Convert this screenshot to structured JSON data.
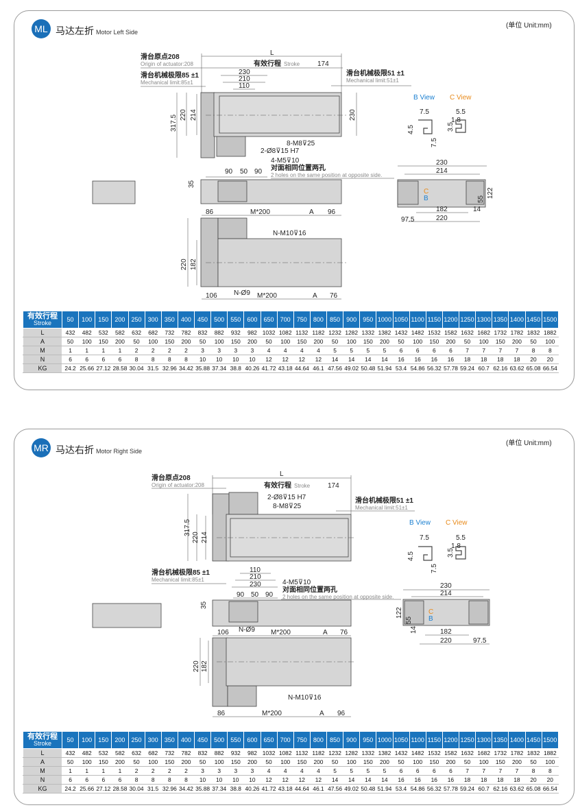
{
  "ml": {
    "badge": "ML",
    "title_cn": "马达左折",
    "title_en": "Motor Left Side",
    "unit": "(单位 Unit:mm)",
    "origin_cn": "滑台原点208",
    "origin_en": "Origin of actuator:208",
    "L": "L",
    "stroke_cn": "有效行程",
    "stroke_en": "Stroke",
    "d174": "174",
    "mech_r_cn": "滑台机械极限51 ±1",
    "mech_r_en": "Mechanical limit:51±1",
    "mech_l_cn": "滑台机械极限85 ±1",
    "mech_l_en": "Mechanical limit:85±1",
    "d230a": "230",
    "d210": "210",
    "d110": "110",
    "d3175": "317.5",
    "d220a": "220",
    "d214a": "214",
    "d230b": "230",
    "m8": "8-M8⊽25",
    "o8": "2-Ø8⊽15 H7",
    "m5": "4-M5⊽10",
    "opp_cn": "对面相同位置两孔",
    "opp_en": "2 holes on the same position at opposite side.",
    "d90a": "90",
    "d50": "50",
    "d90b": "90",
    "d35": "35",
    "bview": "B View",
    "cview": "C View",
    "v75a": "7.5",
    "v55": "5.5",
    "v18": "1.8",
    "v45": "4.5",
    "v35": "3.5",
    "v75b": "7.5",
    "e230": "230",
    "e214": "214",
    "e122": "122",
    "e55": "55",
    "e14": "14",
    "e182": "182",
    "e220": "220",
    "e975": "97.5",
    "eC": "C",
    "eB": "B",
    "b86": "86",
    "bM1": "M*200",
    "bA1": "A",
    "b96": "96",
    "bN10": "N-M10⊽16",
    "b220": "220",
    "b182": "182",
    "b106": "106",
    "bN9": "N-Ø9",
    "bM2": "M*200",
    "bA2": "A",
    "b76": "76"
  },
  "mr": {
    "badge": "MR",
    "title_cn": "马达右折",
    "title_en": "Motor Right Side",
    "unit": "(单位 Unit:mm)",
    "origin_cn": "滑台原点208",
    "origin_en": "Origin of actuator:208",
    "L": "L",
    "stroke_cn": "有效行程",
    "stroke_en": "Stroke",
    "d174": "174",
    "mech_r_cn": "滑台机械极限51 ±1",
    "mech_r_en": "Mechanical limit:51±1",
    "mech_l_cn": "滑台机械极限85 ±1",
    "mech_l_en": "Mechanical limit:85±1",
    "d230a": "230",
    "d210": "210",
    "d110": "110",
    "d3175": "317.5",
    "d220a": "220",
    "d214a": "214",
    "m8": "8-M8⊽25",
    "o8": "2-Ø8⊽15 H7",
    "m5": "4-M5⊽10",
    "opp_cn": "对面相同位置两孔",
    "opp_en": "2 holes on the same position at opposite side.",
    "d90a": "90",
    "d50": "50",
    "d90b": "90",
    "d35": "35",
    "bview": "B View",
    "cview": "C View",
    "v75a": "7.5",
    "v55": "5.5",
    "v18": "1.8",
    "v45": "4.5",
    "v35": "3.5",
    "v75b": "7.5",
    "e230": "230",
    "e214": "214",
    "e122": "122",
    "e55": "55",
    "e14": "14",
    "e182": "182",
    "e220": "220",
    "e975": "97.5",
    "eC": "C",
    "eB": "B",
    "b86": "86",
    "bM1": "M*200",
    "bA1": "A",
    "b96": "96",
    "bN10": "N-M10⊽16",
    "b220": "220",
    "b182": "182",
    "b106": "106",
    "bN9": "N-Ø9",
    "bM2": "M*200",
    "bA2": "A",
    "b76": "76"
  },
  "table": {
    "header_cn": "有效行程",
    "header_en": "Stroke",
    "strokes": [
      "50",
      "100",
      "150",
      "200",
      "250",
      "300",
      "350",
      "400",
      "450",
      "500",
      "550",
      "600",
      "650",
      "700",
      "750",
      "800",
      "850",
      "900",
      "950",
      "1000",
      "1050",
      "1100",
      "1150",
      "1200",
      "1250",
      "1300",
      "1350",
      "1400",
      "1450",
      "1500"
    ],
    "rows": [
      {
        "label": "L",
        "values": [
          "432",
          "482",
          "532",
          "582",
          "632",
          "682",
          "732",
          "782",
          "832",
          "882",
          "932",
          "982",
          "1032",
          "1082",
          "1132",
          "1182",
          "1232",
          "1282",
          "1332",
          "1382",
          "1432",
          "1482",
          "1532",
          "1582",
          "1632",
          "1682",
          "1732",
          "1782",
          "1832",
          "1882"
        ]
      },
      {
        "label": "A",
        "values": [
          "50",
          "100",
          "150",
          "200",
          "50",
          "100",
          "150",
          "200",
          "50",
          "100",
          "150",
          "200",
          "50",
          "100",
          "150",
          "200",
          "50",
          "100",
          "150",
          "200",
          "50",
          "100",
          "150",
          "200",
          "50",
          "100",
          "150",
          "200",
          "50",
          "100"
        ]
      },
      {
        "label": "M",
        "values": [
          "1",
          "1",
          "1",
          "1",
          "2",
          "2",
          "2",
          "2",
          "3",
          "3",
          "3",
          "3",
          "4",
          "4",
          "4",
          "4",
          "5",
          "5",
          "5",
          "5",
          "6",
          "6",
          "6",
          "6",
          "7",
          "7",
          "7",
          "7",
          "8",
          "8"
        ]
      },
      {
        "label": "N",
        "values": [
          "6",
          "6",
          "6",
          "6",
          "8",
          "8",
          "8",
          "8",
          "10",
          "10",
          "10",
          "10",
          "12",
          "12",
          "12",
          "12",
          "14",
          "14",
          "14",
          "14",
          "16",
          "16",
          "16",
          "16",
          "18",
          "18",
          "18",
          "18",
          "20",
          "20"
        ]
      },
      {
        "label": "KG",
        "values": [
          "24.2",
          "25.66",
          "27.12",
          "28.58",
          "30.04",
          "31.5",
          "32.96",
          "34.42",
          "35.88",
          "37.34",
          "38.8",
          "40.26",
          "41.72",
          "43.18",
          "44.64",
          "46.1",
          "47.56",
          "49.02",
          "50.48",
          "51.94",
          "53.4",
          "54.86",
          "56.32",
          "57.78",
          "59.24",
          "60.7",
          "62.16",
          "63.62",
          "65.08",
          "66.54"
        ]
      }
    ]
  },
  "colors": {
    "accent": "#1a6fb8",
    "table_header": "#1a74bd",
    "b_view": "#1a7fd0",
    "c_view": "#e88a1a"
  }
}
